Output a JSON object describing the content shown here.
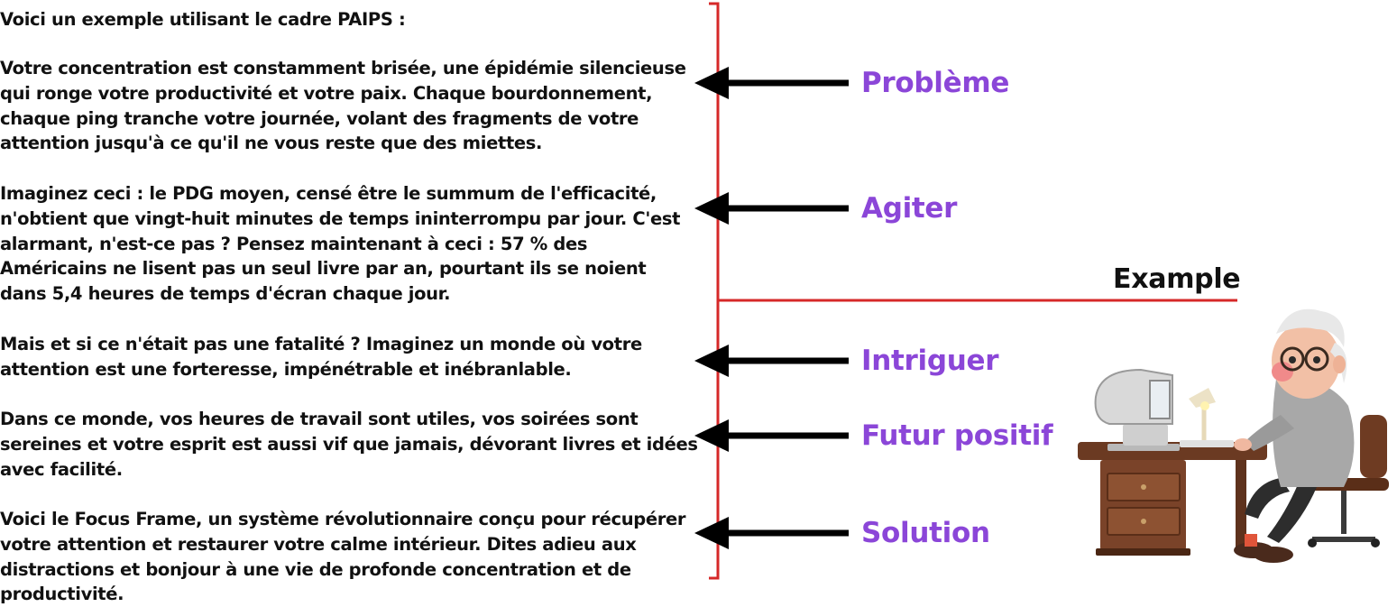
{
  "intro": "Voici un exemple utilisant le cadre PAIPS :",
  "sections": [
    {
      "label": "Problème",
      "lines": [
        "Votre concentration est constamment brisée, une épidémie silencieuse",
        "qui ronge votre productivité et votre paix. Chaque bourdonnement,",
        "chaque ping tranche votre journée, volant des fragments de votre",
        "attention jusqu'à ce qu'il ne vous reste que des miettes."
      ]
    },
    {
      "label": "Agiter",
      "lines": [
        "Imaginez ceci : le PDG moyen, censé être le summum de l'efficacité,",
        "n'obtient que vingt-huit minutes de temps ininterrompu par jour. C'est",
        "alarmant, n'est-ce pas ? Pensez maintenant à ceci : 57 % des",
        "Américains ne lisent pas un seul livre par an, pourtant ils se noient",
        "dans 5,4 heures de temps d'écran chaque jour."
      ]
    },
    {
      "label": "Intriguer",
      "lines": [
        "Mais et si ce n'était pas une fatalité ? Imaginez un monde où votre",
        "attention est une forteresse, impénétrable et inébranlable."
      ]
    },
    {
      "label": "Futur positif",
      "lines": [
        "Dans ce monde, vos heures de travail sont utiles, vos soirées sont",
        "sereines et votre esprit est aussi vif que jamais, dévorant livres et idées",
        "avec facilité."
      ]
    },
    {
      "label": "Solution",
      "lines": [
        "Voici le Focus Frame, un système révolutionnaire conçu pour récupérer",
        "votre attention et restaurer votre calme intérieur. Dites adieu aux",
        "distractions et bonjour à une vie de profonde concentration et de",
        "productivité."
      ]
    }
  ],
  "example_title": "Example",
  "colors": {
    "label": "#8b46d8",
    "bracket": "#d62828",
    "arrow": "#000000",
    "text": "#111111"
  },
  "illustration": "elderly-man-at-computer-desk"
}
